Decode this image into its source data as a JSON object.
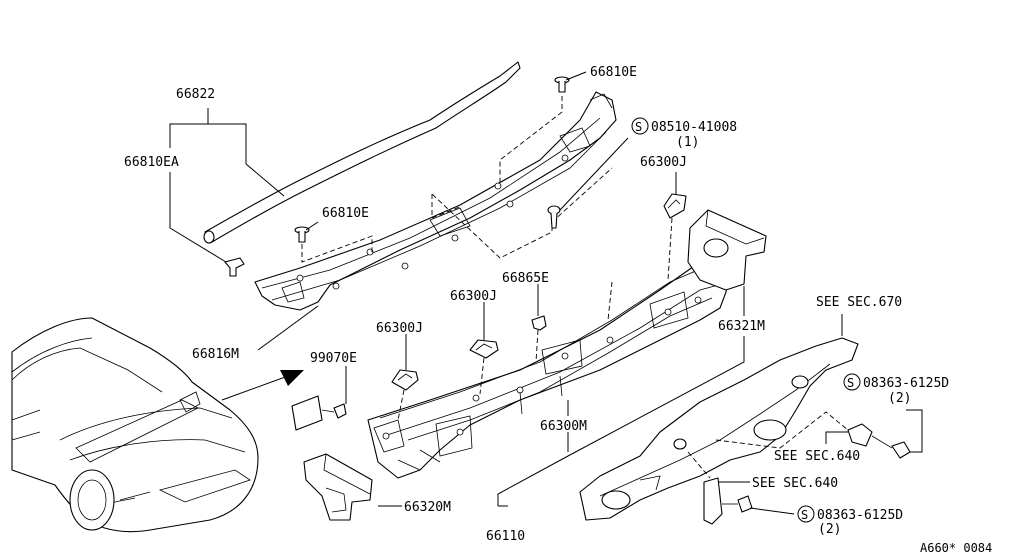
{
  "callouts": {
    "p66822": "66822",
    "p66810E_top": "66810E",
    "p08510": "08510-41008",
    "p08510_qty": "(1)",
    "p66810EA": "66810EA",
    "p66300J_right": "66300J",
    "p66810E_mid": "66810E",
    "p66865E": "66865E",
    "p66300J_mid": "66300J",
    "p66300J_left": "66300J",
    "p66321M": "66321M",
    "p66816M": "66816M",
    "p99070E": "99070E",
    "see670": "SEE SEC.670",
    "p08363_top": "08363-6125D",
    "p08363_top_qty": "(2)",
    "p66300M": "66300M",
    "see640_a": "SEE SEC.640",
    "see640_b": "SEE SEC.640",
    "p66320M": "66320M",
    "p08363_bot": "08363-6125D",
    "p08363_bot_qty": "(2)",
    "p66110": "66110",
    "drawing_code": "A660* 0084"
  },
  "symbols": {
    "screw_symbol": "S"
  }
}
